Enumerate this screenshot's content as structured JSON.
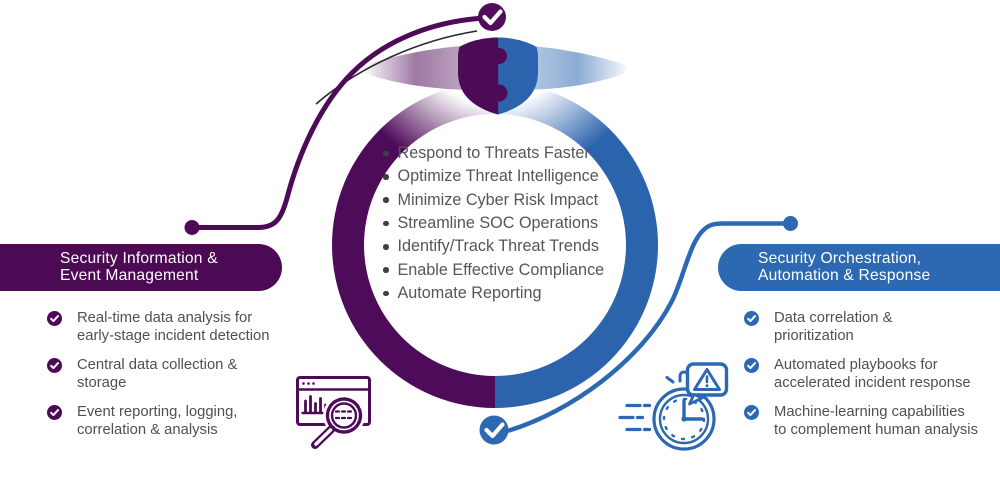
{
  "colors": {
    "purple": "#4D0A57",
    "blue": "#2D68B2",
    "text_gray": "#55565A"
  },
  "left_panel": {
    "title_line1": "Security Information &",
    "title_line2": "Event Management",
    "items": [
      {
        "line1": "Real-time data analysis for",
        "line2": "early-stage incident detection"
      },
      {
        "line1": "Central data collection &",
        "line2": "storage"
      },
      {
        "line1": "Event reporting, logging,",
        "line2": "correlation & analysis"
      }
    ]
  },
  "right_panel": {
    "title_line1": "Security Orchestration,",
    "title_line2": "Automation & Response",
    "items": [
      {
        "line1": "Data correlation &",
        "line2": "prioritization"
      },
      {
        "line1": "Automated playbooks for",
        "line2": "accelerated incident response"
      },
      {
        "line1": "Machine-learning capabilities",
        "line2": "to complement human analysis"
      }
    ]
  },
  "center": {
    "items": [
      "Respond to Threats Faster",
      "Optimize Threat Intelligence",
      "Minimize Cyber Risk Impact",
      "Streamline SOC Operations",
      "Identify/Track Threat Trends",
      "Enable Effective Compliance",
      "Automate Reporting"
    ]
  },
  "icons": {
    "center_top": "shield-puzzle-icon",
    "top_badge": "check-badge",
    "bottom_badge": "check-badge",
    "bottom_left": "log-analysis-browser-magnifier-icon",
    "bottom_right": "stopwatch-alert-icon",
    "list_bullet": "check-circle-icon"
  }
}
